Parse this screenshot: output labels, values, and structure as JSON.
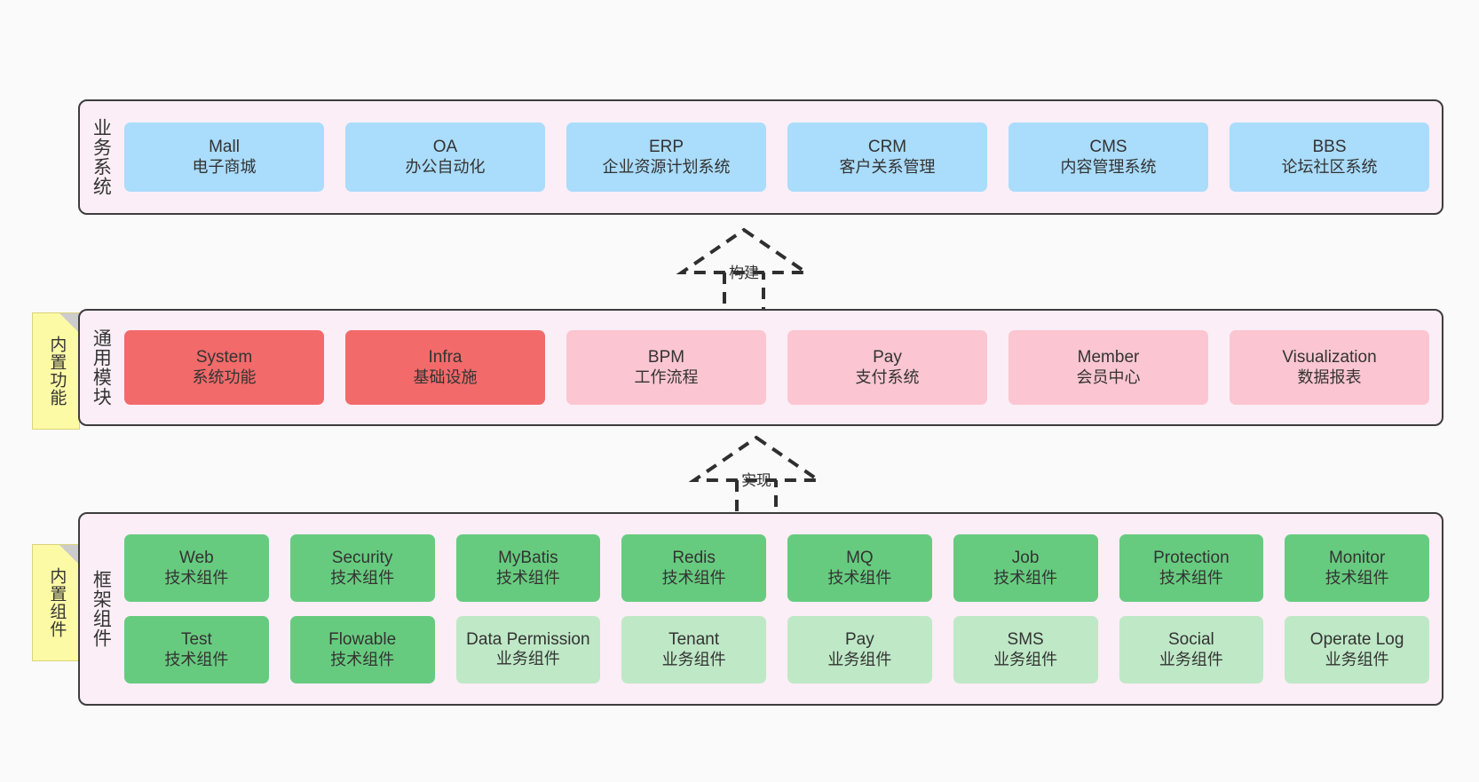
{
  "diagram": {
    "background_color": "#fafafa",
    "band_fill": "#fbeef6",
    "band_border": "#3d3d3d"
  },
  "notes": [
    {
      "name": "builtin-function",
      "label": "内置功能",
      "color": "#fdfaa6"
    },
    {
      "name": "builtin-component",
      "label": "内置组件",
      "color": "#fdfaa6"
    }
  ],
  "connectors": [
    {
      "name": "build",
      "label": "构建",
      "style": "dashed-hollow-triangle"
    },
    {
      "name": "realize",
      "label": "实现",
      "style": "dashed-hollow-triangle"
    }
  ],
  "layers": {
    "business": {
      "title": "业务系统",
      "color": "#aadcfb",
      "items": [
        {
          "en": "Mall",
          "cn": "电子商城"
        },
        {
          "en": "OA",
          "cn": "办公自动化"
        },
        {
          "en": "ERP",
          "cn": "企业资源计划系统"
        },
        {
          "en": "CRM",
          "cn": "客户关系管理"
        },
        {
          "en": "CMS",
          "cn": "内容管理系统"
        },
        {
          "en": "BBS",
          "cn": "论坛社区系统"
        }
      ]
    },
    "modules": {
      "title": "通用模块",
      "color_strong": "#f26a6a",
      "color_light": "#fbc6d1",
      "items": [
        {
          "en": "System",
          "cn": "系统功能",
          "variant": "strong"
        },
        {
          "en": "Infra",
          "cn": "基础设施",
          "variant": "strong"
        },
        {
          "en": "BPM",
          "cn": "工作流程",
          "variant": "light"
        },
        {
          "en": "Pay",
          "cn": "支付系统",
          "variant": "light"
        },
        {
          "en": "Member",
          "cn": "会员中心",
          "variant": "light"
        },
        {
          "en": "Visualization",
          "cn": "数据报表",
          "variant": "light"
        }
      ]
    },
    "framework": {
      "title": "框架组件",
      "color_strong": "#67cb7f",
      "color_light": "#bfe8c6",
      "row1": [
        {
          "en": "Web",
          "cn": "技术组件",
          "variant": "strong"
        },
        {
          "en": "Security",
          "cn": "技术组件",
          "variant": "strong"
        },
        {
          "en": "MyBatis",
          "cn": "技术组件",
          "variant": "strong"
        },
        {
          "en": "Redis",
          "cn": "技术组件",
          "variant": "strong"
        },
        {
          "en": "MQ",
          "cn": "技术组件",
          "variant": "strong"
        },
        {
          "en": "Job",
          "cn": "技术组件",
          "variant": "strong"
        },
        {
          "en": "Protection",
          "cn": "技术组件",
          "variant": "strong"
        },
        {
          "en": "Monitor",
          "cn": "技术组件",
          "variant": "strong"
        }
      ],
      "row2": [
        {
          "en": "Test",
          "cn": "技术组件",
          "variant": "strong"
        },
        {
          "en": "Flowable",
          "cn": "技术组件",
          "variant": "strong"
        },
        {
          "en": "Data Permission",
          "cn": "业务组件",
          "variant": "light"
        },
        {
          "en": "Tenant",
          "cn": "业务组件",
          "variant": "light"
        },
        {
          "en": "Pay",
          "cn": "业务组件",
          "variant": "light"
        },
        {
          "en": "SMS",
          "cn": "业务组件",
          "variant": "light"
        },
        {
          "en": "Social",
          "cn": "业务组件",
          "variant": "light"
        },
        {
          "en": "Operate Log",
          "cn": "业务组件",
          "variant": "light"
        }
      ]
    }
  }
}
